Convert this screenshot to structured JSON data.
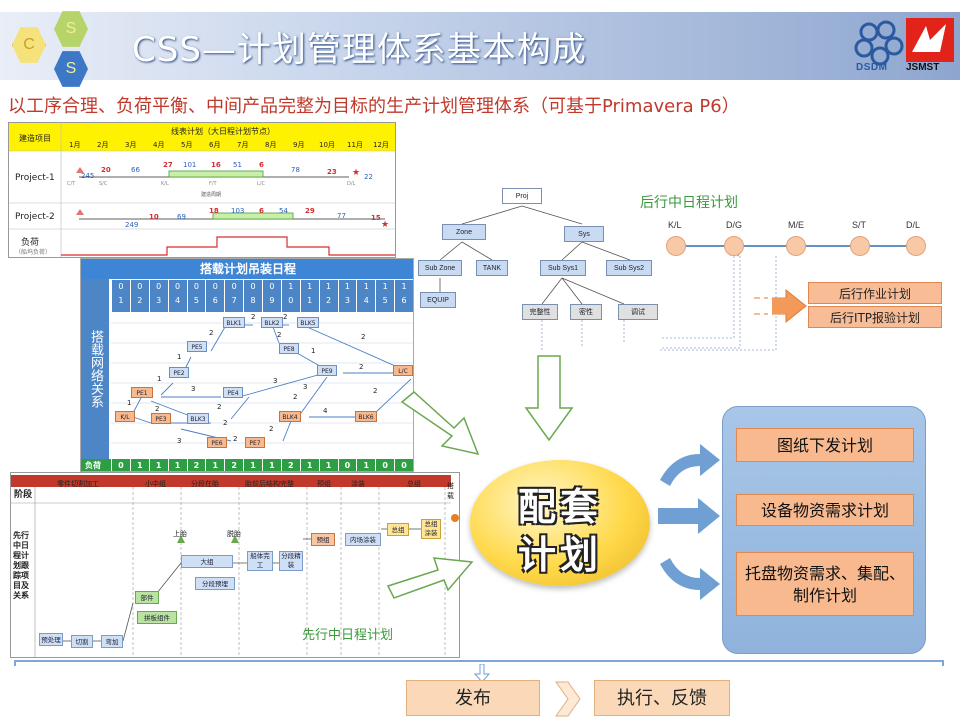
{
  "header": {
    "title": "CSS—计划管理体系基本构成",
    "subtitle": "以工序合理、负荷平衡、中间产品完整为目标的生产计划管理体系（可基于Primavera P6）",
    "logo_letters": [
      "C",
      "S",
      "S"
    ],
    "left_logo_colors": [
      "#f5e27a",
      "#b7d46a",
      "#3d78c6"
    ],
    "right_logos": [
      "DSDM",
      "JSMST"
    ]
  },
  "gantt": {
    "col_project": "建造项目",
    "col_plan": "线表计划（大日程计划节点）",
    "months": [
      "1月",
      "2月",
      "3月",
      "4月",
      "5月",
      "6月",
      "7月",
      "8月",
      "9月",
      "10月",
      "11月",
      "12月"
    ],
    "rows": [
      {
        "name": "Project-1",
        "nums": [
          "245",
          "20",
          "66",
          "27",
          "101",
          "16",
          "51",
          "6",
          "78",
          "23",
          "22"
        ],
        "marks": [
          "C/T",
          "S/C",
          "K/L",
          "F/T",
          "L/C",
          "D/L"
        ],
        "note": "建造周期"
      },
      {
        "name": "Project-2",
        "nums": [
          "249",
          "10",
          "69",
          "18",
          "103",
          "6",
          "54",
          "29",
          "77",
          "15"
        ]
      },
      {
        "name": "负荷",
        "sub": "（船坞负荷）"
      }
    ]
  },
  "network": {
    "title": "搭载计划吊装日程",
    "side_label": "搭载网络关系",
    "days": [
      "0\n1",
      "0\n2",
      "0\n3",
      "0\n4",
      "0\n5",
      "0\n6",
      "0\n7",
      "0\n8",
      "0\n9",
      "1\n0",
      "1\n1",
      "1\n2",
      "1\n3",
      "1\n4",
      "1\n5",
      "1\n6"
    ],
    "load_label": "负荷",
    "load_values": [
      "0",
      "1",
      "1",
      "1",
      "2",
      "1",
      "2",
      "1",
      "1",
      "2",
      "1",
      "1",
      "0",
      "1",
      "0",
      "0"
    ],
    "nodes": {
      "KL": "K/L",
      "PE1": "PE1",
      "PE2": "PE2",
      "PE3": "PE3",
      "PE4": "PE4",
      "PE5": "PE5",
      "PE6": "PE6",
      "PE7": "PE7",
      "PE8": "PE8",
      "PE9": "PE9",
      "BLK1": "BLK1",
      "BLK2": "BLK2",
      "BLK3": "BLK3",
      "BLK4": "BLK4",
      "BLK5": "BLK5",
      "BLK6": "BLK6",
      "LC": "L/C"
    },
    "edge_labels": [
      "1",
      "1",
      "2",
      "1",
      "2",
      "2",
      "3",
      "2",
      "2",
      "3",
      "3",
      "2",
      "2",
      "1",
      "2",
      "2",
      "3",
      "2",
      "2",
      "4",
      "2",
      "2",
      "2",
      "2"
    ]
  },
  "stage": {
    "stage_label": "阶段",
    "phases": [
      "零件切割加工",
      "小中组",
      "分段在胎",
      "胎前后结构完整",
      "预组",
      "涂装",
      "总组",
      "搭载"
    ],
    "row_label": "先行中日程计划跟踪项目及关系",
    "tasks": {
      "pre": "预处理",
      "cut": "切割",
      "bend": "弯加",
      "part": "部件",
      "assembly": "拼板组件",
      "on_jig": "上胎",
      "off_jig": "脱胎",
      "big": "大组",
      "seg_pre": "分段预埋",
      "outfit": "船体完工",
      "seg_paint": "分段精装",
      "pre_group": "预组",
      "inner_paint": "内场涂装",
      "total": "总组",
      "total_paint": "总组涂装"
    },
    "green_caption": "先行中日程计划"
  },
  "tree": {
    "root": "Proj",
    "level1": [
      "Zone",
      "Sys"
    ],
    "zone_children": [
      "Sub Zone",
      "TANK"
    ],
    "subzone_child": "EQUIP",
    "sys_children": [
      "Sub Sys1",
      "Sub Sys2"
    ],
    "subsys_children": [
      "完整性",
      "密性",
      "调试"
    ]
  },
  "rear_plan": {
    "title": "后行中日程计划",
    "milestones": [
      "K/L",
      "D/G",
      "M/E",
      "S/T",
      "D/L"
    ],
    "outputs": [
      "后行作业计划",
      "后行ITP报验计划"
    ]
  },
  "center": {
    "line1": "配套",
    "line2": "计划"
  },
  "right_panel": {
    "items": [
      "图纸下发计划",
      "设备物资需求计划",
      "托盘物资需求、集配、制作计划"
    ]
  },
  "bottom": {
    "release": "发布",
    "execute": "执行、反馈"
  }
}
